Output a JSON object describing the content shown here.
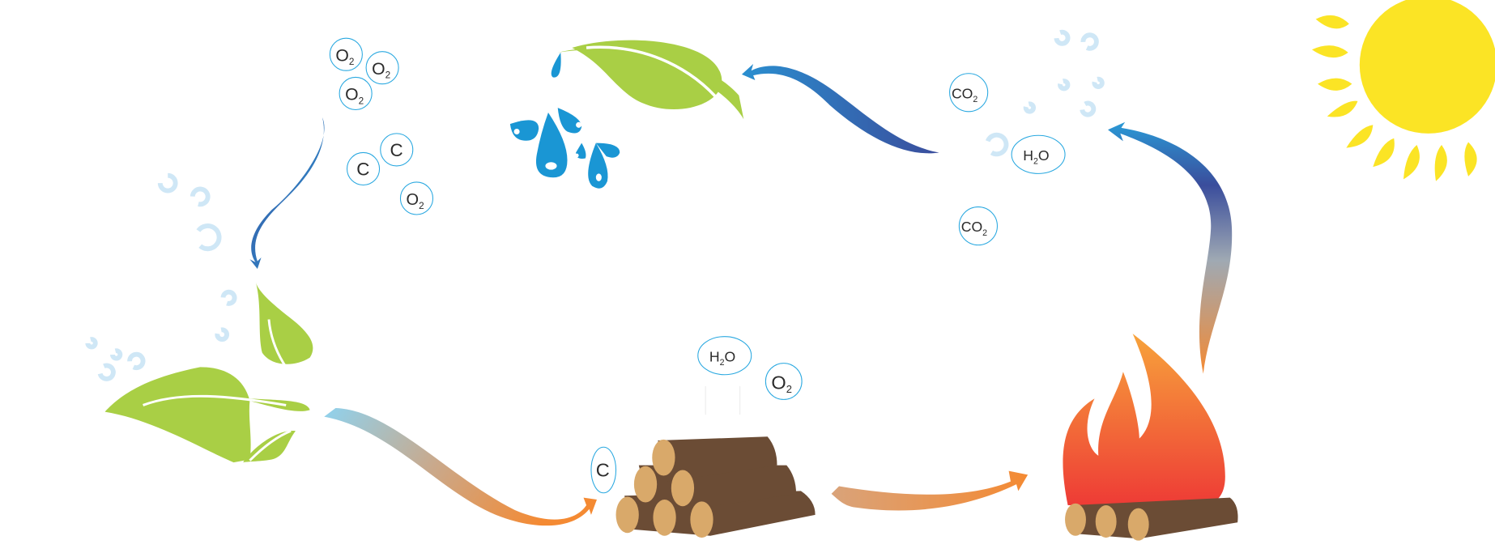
{
  "title": "Carbon cycle illustration",
  "colors": {
    "leaf": "#a9cf45",
    "water": "#1a96d4",
    "wood": "#6b4c35",
    "log_end": "#d9a96a",
    "sun": "#fbe425",
    "fire_top": "#f7a33b",
    "fire_bottom": "#ee3b36",
    "arrow_blue": "#3a4d9c",
    "arrow_orange": "#f48a33",
    "ring": "#29a8e0"
  },
  "molecules": {
    "o2_a": {
      "main": "O",
      "sub": "2"
    },
    "o2_b": {
      "main": "O",
      "sub": "2"
    },
    "o2_c": {
      "main": "O",
      "sub": "2"
    },
    "c_a": {
      "main": "C"
    },
    "c_b": {
      "main": "C"
    },
    "o2_d": {
      "main": "O",
      "sub": "2"
    },
    "co2_a": {
      "main": "CO",
      "sub": "2"
    },
    "h2o_a": {
      "pre": "H",
      "sub": "2",
      "post": "O"
    },
    "co2_b": {
      "main": "CO",
      "sub": "2"
    },
    "h2o_b": {
      "pre": "H",
      "sub": "2",
      "post": "O"
    },
    "o2_e": {
      "main": "O",
      "sub": "2"
    },
    "c_c": {
      "main": "C"
    }
  }
}
